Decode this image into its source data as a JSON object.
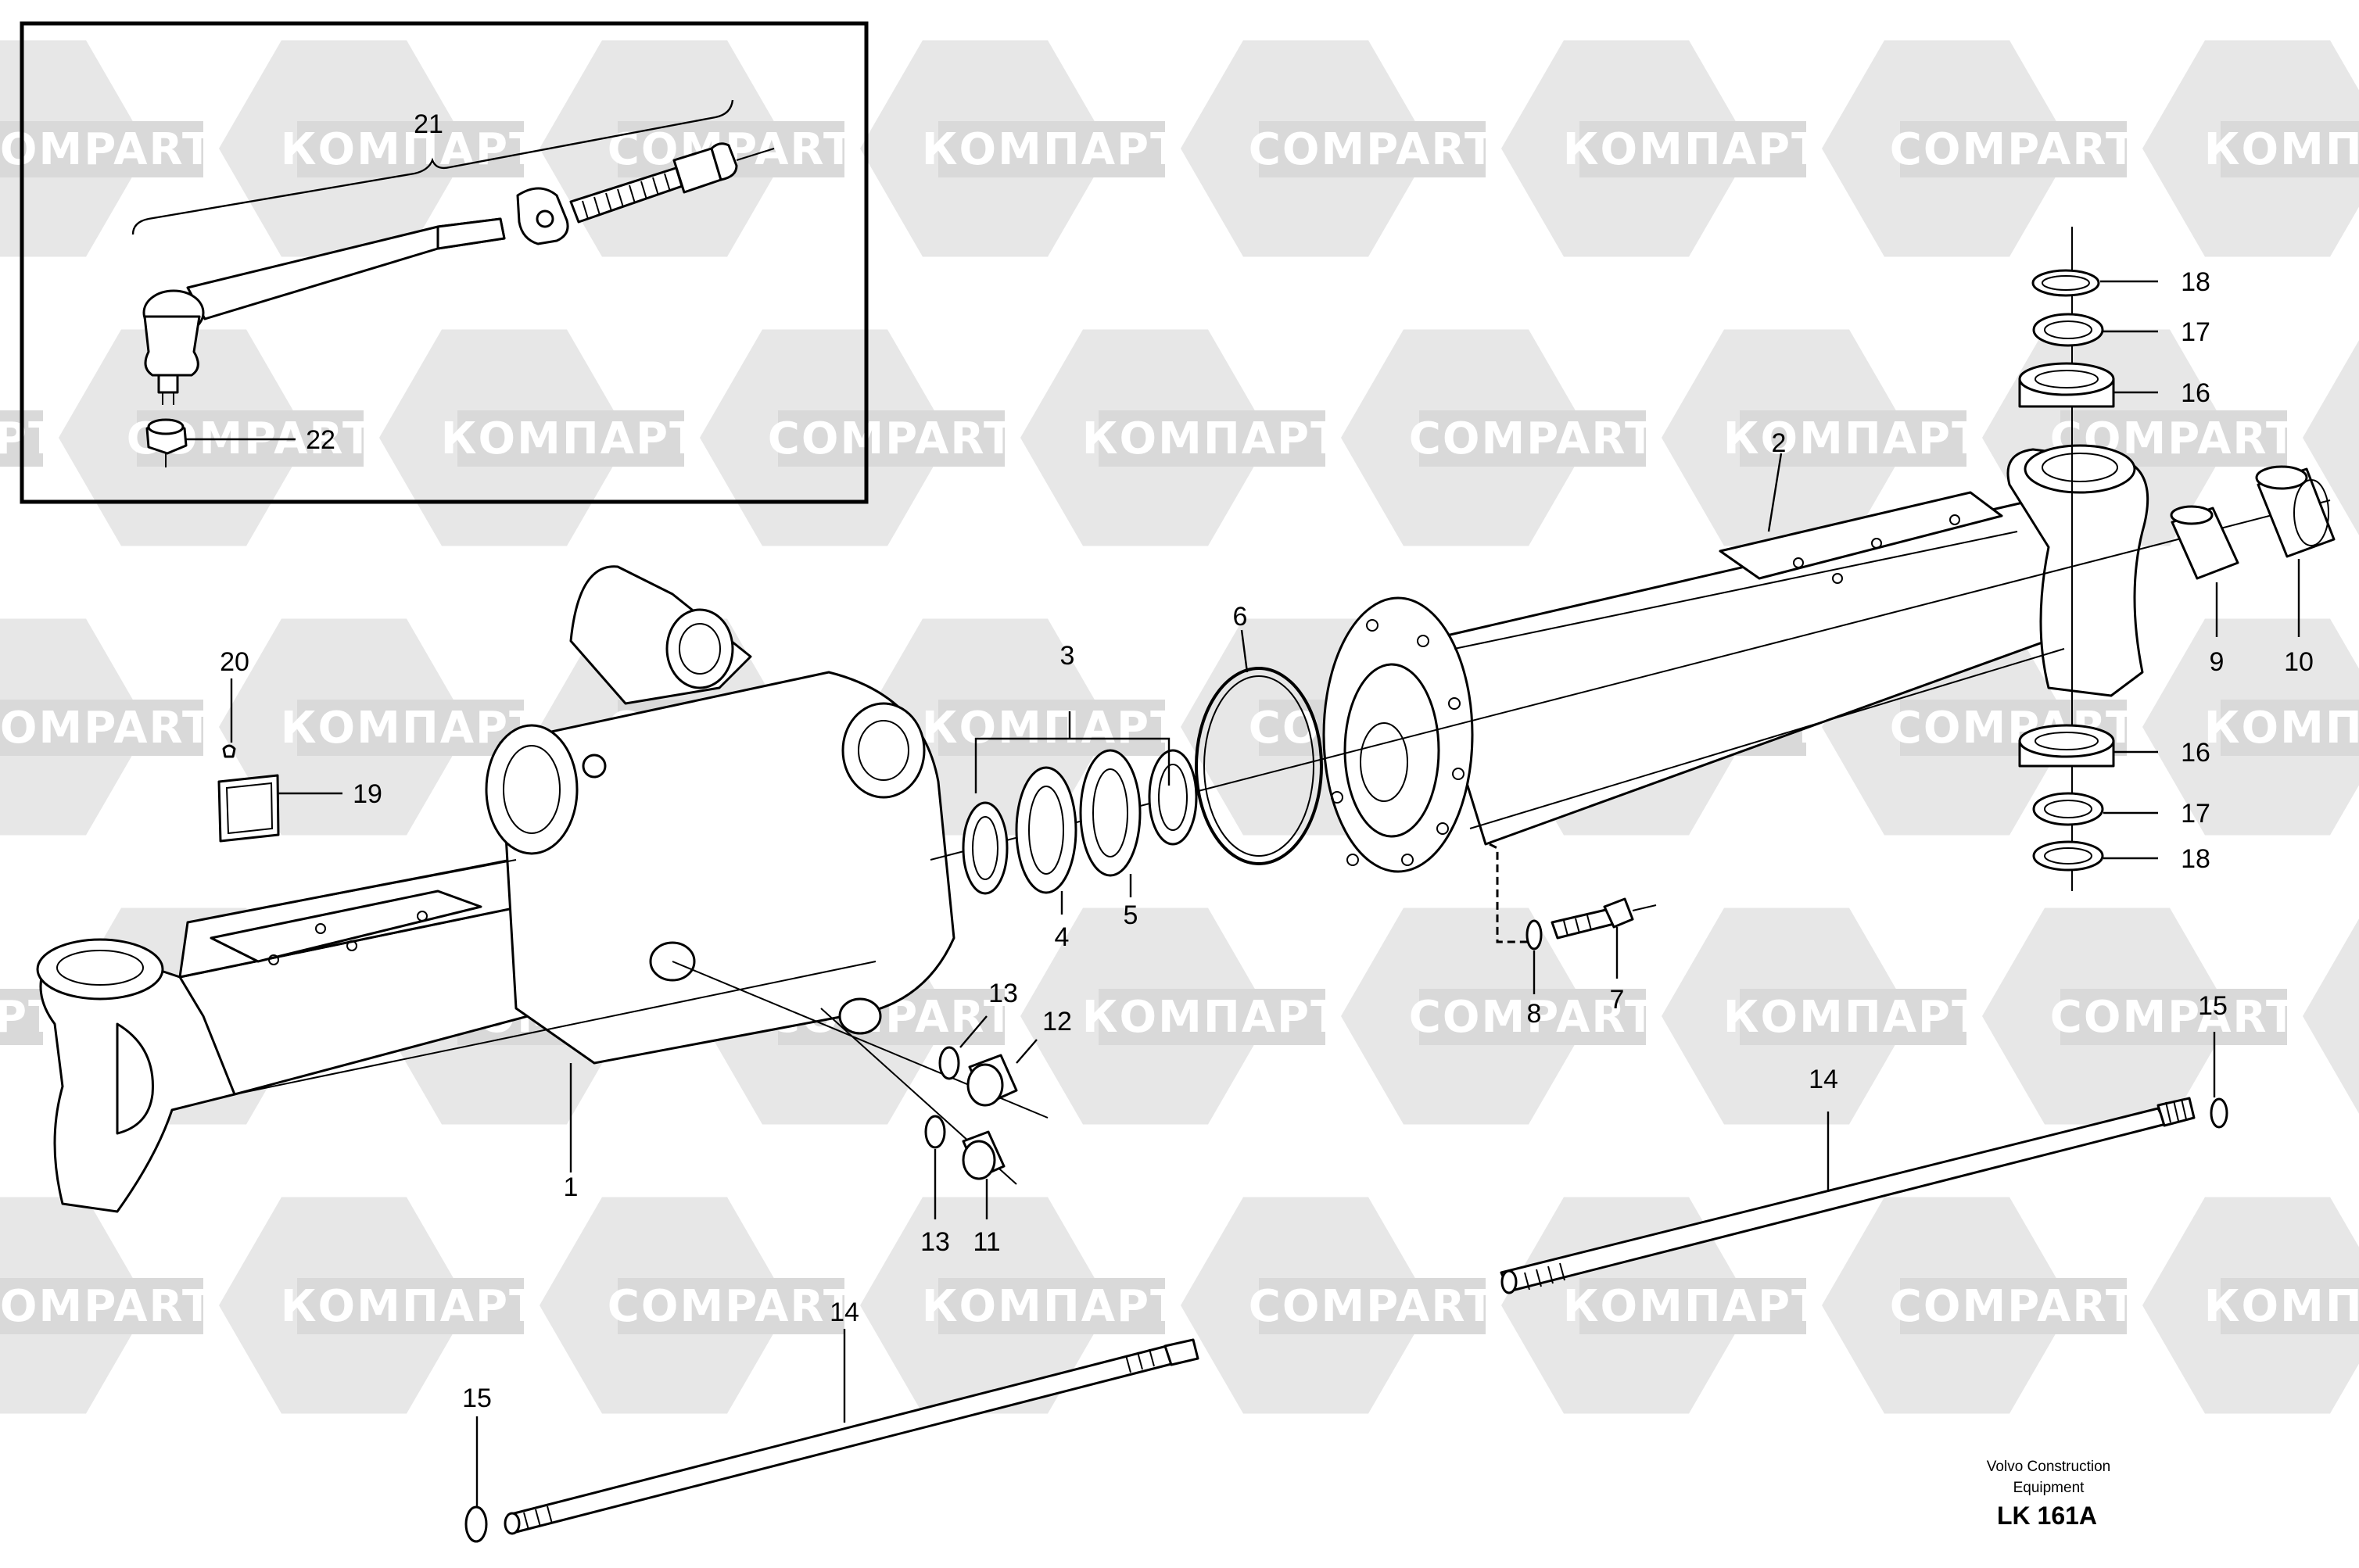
{
  "watermark": {
    "brand_latin": "COMPART",
    "brand_cyrillic": "КОМПАРТ",
    "hex_color": "#e7e7e7",
    "band_color": "#d9d9d9"
  },
  "callouts": [
    "1",
    "2",
    "3",
    "4",
    "5",
    "6",
    "7",
    "8",
    "9",
    "10",
    "11",
    "12",
    "13",
    "13",
    "14",
    "14",
    "15",
    "15",
    "16",
    "16",
    "17",
    "17",
    "18",
    "18",
    "19",
    "20",
    "21",
    "22"
  ],
  "labels": {
    "c1": "1",
    "c2": "2",
    "c3": "3",
    "c4": "4",
    "c5": "5",
    "c6": "6",
    "c7": "7",
    "c8": "8",
    "c9": "9",
    "c10": "10",
    "c11": "11",
    "c12": "12",
    "c13a": "13",
    "c13b": "13",
    "c14a": "14",
    "c14b": "14",
    "c15a": "15",
    "c15b": "15",
    "c16a": "16",
    "c16b": "16",
    "c17a": "17",
    "c17b": "17",
    "c18a": "18",
    "c18b": "18",
    "c19": "19",
    "c20": "20",
    "c21": "21",
    "c22": "22"
  },
  "footer": {
    "line1": "Volvo Construction",
    "line2": "Equipment",
    "code": "LK 161A"
  }
}
